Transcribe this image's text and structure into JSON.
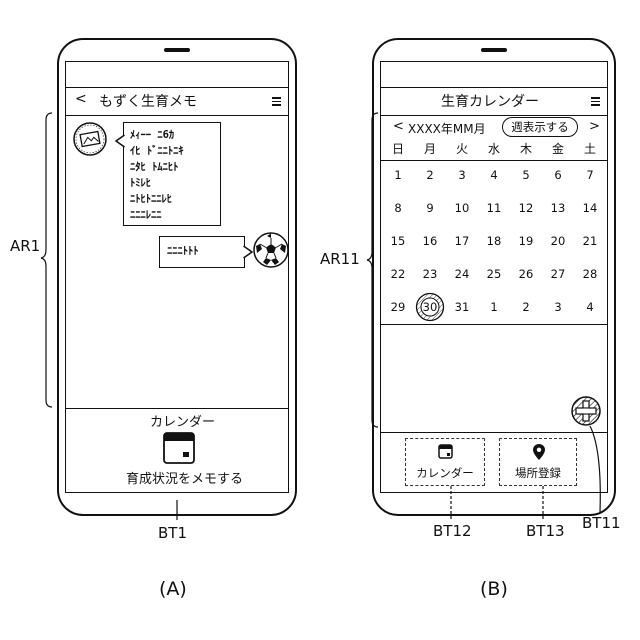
{
  "phone_a": {
    "header": {
      "back_label": "<",
      "title": "もずく生育メモ",
      "menu_label": "≡"
    },
    "chat": {
      "incoming_icon": "framed-picture-icon",
      "incoming_text": [
        "ﾒｨｰｰ ﾆ6ｶ",
        "ｲﾋ ﾄﾞﾆﾆﾄﾆｷ",
        "ﾆﾀﾋ ﾄﾑﾆﾋﾄ",
        "ﾄﾐﾚﾋ",
        "ﾆﾄﾋﾄﾆﾆﾚﾋ",
        "ﾆﾆﾆﾚﾆﾆ"
      ],
      "outgoing_icon": "soccer-ball-icon",
      "outgoing_text": "ﾆﾆﾆﾄﾄﾄ"
    },
    "bottom": {
      "caption_top": "カレンダー",
      "icon": "calendar-icon",
      "caption_bottom": "育成状況をメモする"
    },
    "region_label": "AR1",
    "button_label": "BT1",
    "figure_label": "(A)"
  },
  "phone_b": {
    "header": {
      "title": "生育カレンダー",
      "menu_label": "≡"
    },
    "calendar": {
      "prev_label": "<",
      "month_label": "XXXX年MM月",
      "week_view_label": "週表示する",
      "next_label": ">",
      "weekdays": [
        "日",
        "月",
        "火",
        "水",
        "木",
        "金",
        "土"
      ],
      "weeks": [
        [
          "1",
          "2",
          "3",
          "4",
          "5",
          "6",
          "7"
        ],
        [
          "8",
          "9",
          "10",
          "11",
          "12",
          "13",
          "14"
        ],
        [
          "15",
          "16",
          "17",
          "18",
          "19",
          "20",
          "21"
        ],
        [
          "22",
          "23",
          "24",
          "25",
          "26",
          "27",
          "28"
        ],
        [
          "29",
          "30",
          "31",
          "1",
          "2",
          "3",
          "4"
        ]
      ],
      "selected_day": "30"
    },
    "fab_icon": "plus-icon",
    "tabs": [
      {
        "icon": "calendar-icon",
        "label": "カレンダー"
      },
      {
        "icon": "map-pin-icon",
        "label": "場所登録"
      }
    ],
    "region_label": "AR11",
    "labels": {
      "bt12": "BT12",
      "bt13": "BT13",
      "bt11": "BT11"
    },
    "figure_label": "(B)"
  }
}
